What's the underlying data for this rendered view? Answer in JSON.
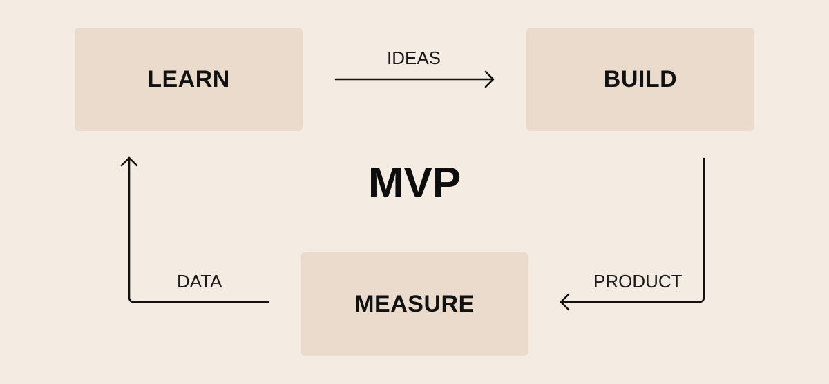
{
  "diagram": {
    "center": "MVP",
    "nodes": {
      "learn": "LEARN",
      "build": "BUILD",
      "measure": "MEASURE"
    },
    "edges": {
      "learn_to_build": "IDEAS",
      "build_to_measure": "PRODUCT",
      "measure_to_learn": "DATA"
    },
    "colors": {
      "background": "#f4ebe2",
      "box": "#eadbcd",
      "text": "#111111",
      "arrow": "#111111"
    }
  }
}
